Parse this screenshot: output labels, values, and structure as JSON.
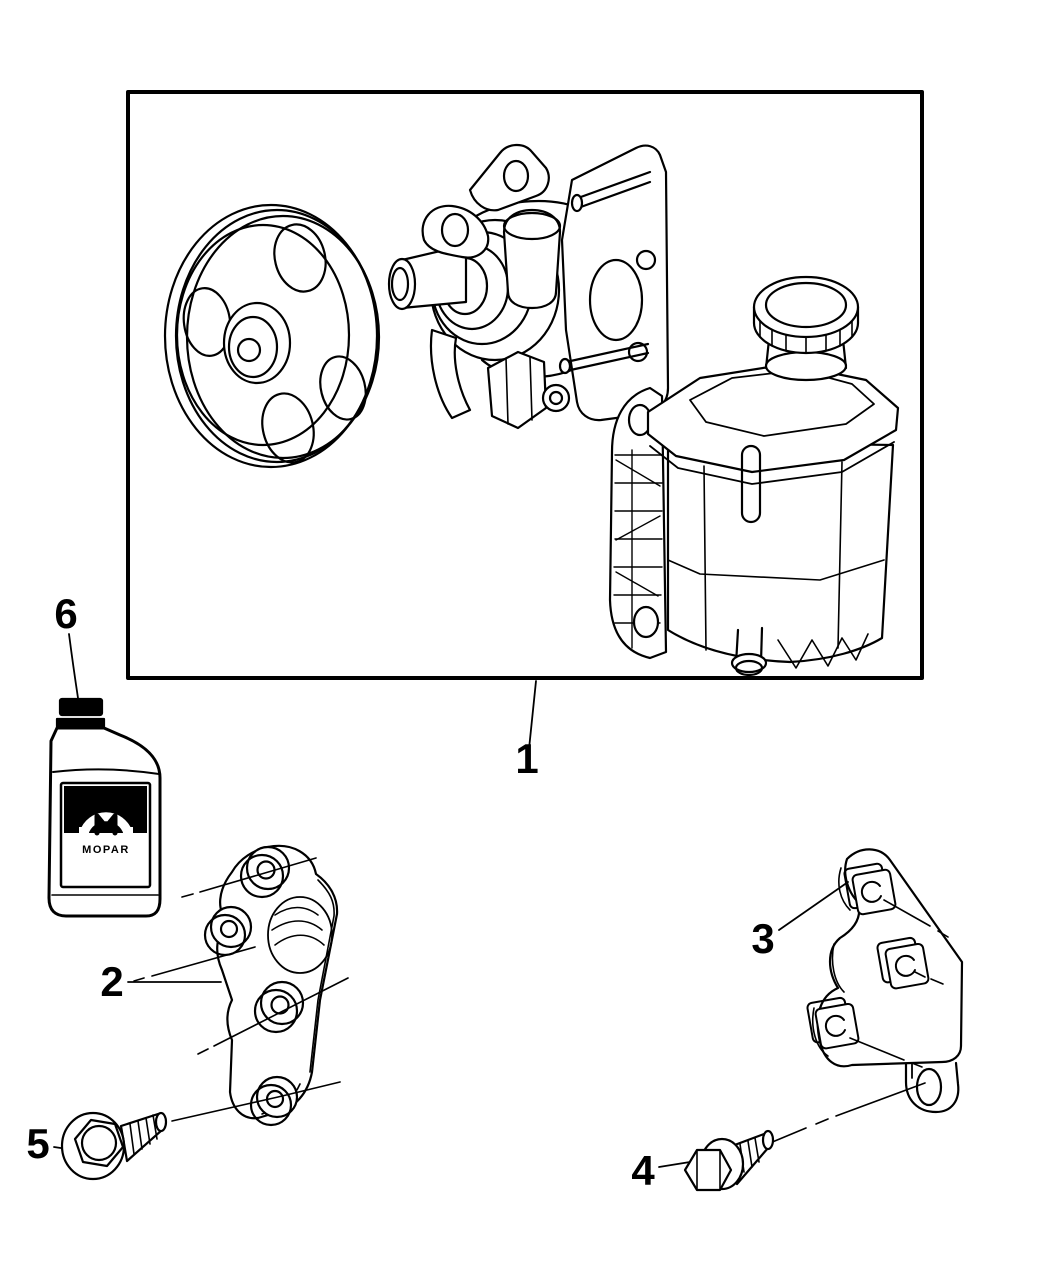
{
  "diagram": {
    "background": "#ffffff",
    "ink": "#000000",
    "callouts": {
      "c1": {
        "label": "1"
      },
      "c2": {
        "label": "2"
      },
      "c3": {
        "label": "3"
      },
      "c4": {
        "label": "4"
      },
      "c5": {
        "label": "5"
      },
      "c6": {
        "label": "6"
      }
    },
    "bottle": {
      "brand_text": "MOPAR"
    }
  }
}
